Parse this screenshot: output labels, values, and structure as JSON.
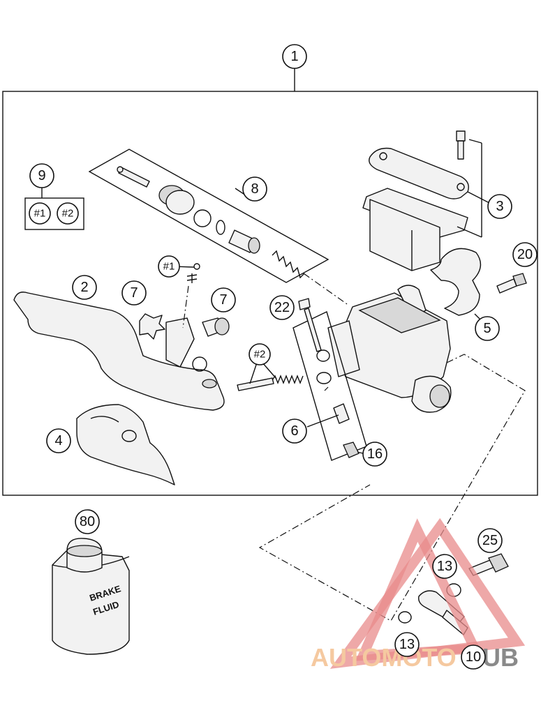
{
  "callouts": {
    "c1": "1",
    "c2": "2",
    "c3": "3",
    "c4": "4",
    "c5": "5",
    "c6": "6",
    "c7a": "7",
    "c7b": "7",
    "c8": "8",
    "c9": "9",
    "c10": "10",
    "c13a": "13",
    "c13b": "13",
    "c16": "16",
    "c20": "20",
    "c22": "22",
    "c25": "25",
    "c80": "80",
    "kit1": "#1",
    "kit2": "#2",
    "kit1_box": "#1",
    "kit2_box": "#2"
  },
  "bottle": {
    "line1": "BRAKE",
    "line2": "FLUID"
  },
  "watermark": {
    "part1": "AUTOMOTO",
    "part2": "HUB",
    "color_light": "#f5c9a0",
    "color_dark": "#8a8a8a",
    "color_triangle": "#e88b8b"
  }
}
